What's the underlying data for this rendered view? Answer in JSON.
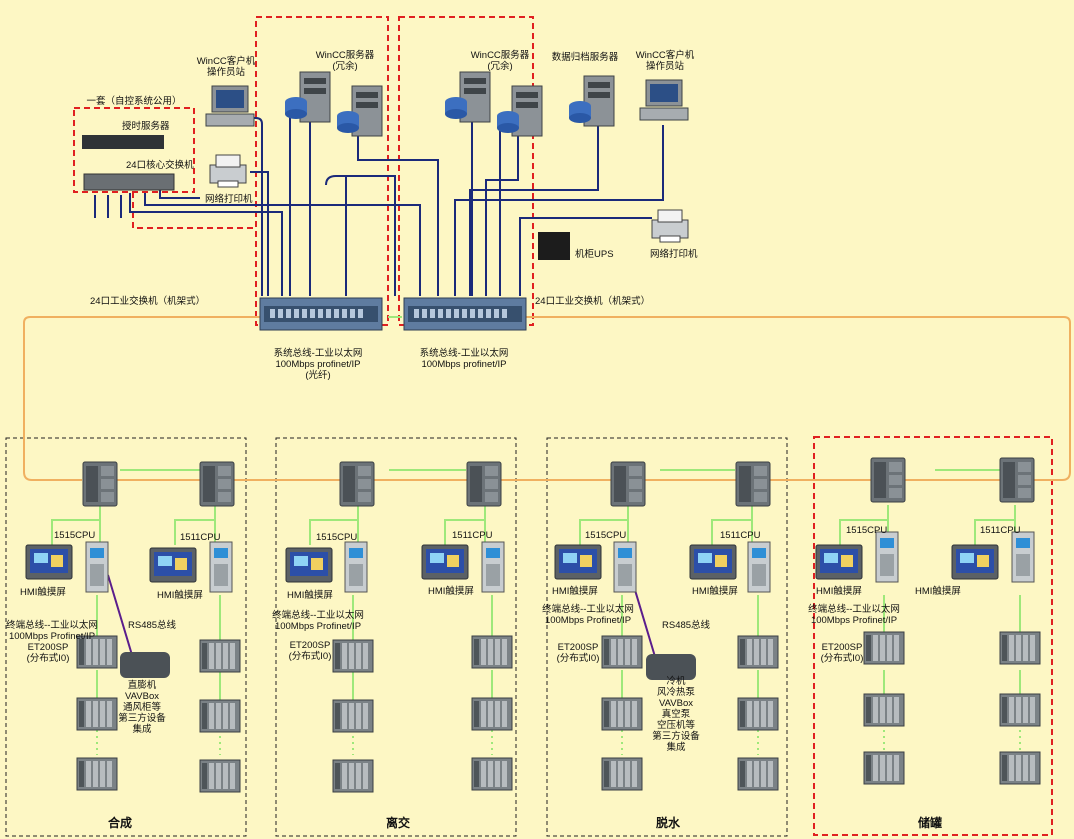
{
  "top": {
    "group_title": "一套（自控系统公用）",
    "time_server": "授时服务器",
    "core_switch": "24口核心交换机",
    "net_printer_left": "网络打印机",
    "net_printer_right": "网络打印机",
    "ups": "机柜UPS",
    "wincc_client_left": "WinCC客户机\n操作员站",
    "wincc_client_right": "WinCC客户机\n操作员站",
    "wincc_server_1": "WinCC服务器\n(冗余)",
    "wincc_server_2": "WinCC服务器\n(冗余)",
    "archive_server": "数据归档服务器",
    "switch_label_left": "24口工业交换机（机架式）",
    "switch_label_right": "24口工业交换机（机架式）",
    "bus_left": "系统总线-工业以太网\n100Mbps profinet/IP\n(光纤)",
    "bus_right": "系统总线-工业以太网\n100Mbps profinet/IP"
  },
  "areas": [
    {
      "name": "合成",
      "cpu_a": "1515CPU",
      "cpu_b": "1511CPU",
      "hmi_a": "HMI触摸屏",
      "hmi_b": "HMI触摸屏",
      "bus": "终端总线--工业以太网\n100Mbps Profinet/IP",
      "et200": "ET200SP\n(分布式I0)",
      "rs485": "RS485总线",
      "third": "直膨机\nVAVBox\n通风柜等\n第三方设备\n集成"
    },
    {
      "name": "离交",
      "cpu_a": "1515CPU",
      "cpu_b": "1511CPU",
      "hmi_a": "HMI触摸屏",
      "hmi_b": "HMI触摸屏",
      "bus": "终端总线--工业以太网\n100Mbps Profinet/IP",
      "et200": "ET200SP\n(分布式I0)"
    },
    {
      "name": "脱水",
      "cpu_a": "1515CPU",
      "cpu_b": "1511CPU",
      "hmi_a": "HMI触摸屏",
      "hmi_b": "HMI触摸屏",
      "bus": "终端总线--工业以太网\n100Mbps Profinet/IP",
      "et200": "ET200SP\n(分布式I0)",
      "rs485": "RS485总线",
      "third": "冷机\n风冷热泵\nVAVBox\n真空泵\n空压机等\n第三方设备\n集成"
    },
    {
      "name": "储罐",
      "cpu_a": "1515CPU",
      "cpu_b": "1511CPU",
      "hmi_a": "HMI触摸屏",
      "hmi_b": "HMI触摸屏",
      "bus": "终端总线--工业以太网\n100Mbps Profinet/IP",
      "et200": "ET200SP\n(分布式I0)"
    }
  ],
  "colors": {
    "background": "#fdf7c4",
    "network_line": "#1b2a7a",
    "ring_line": "#f0b060",
    "field_line": "#9ee87a",
    "rs485_line": "#5b1e8c",
    "redundant_box": "#e02020"
  }
}
